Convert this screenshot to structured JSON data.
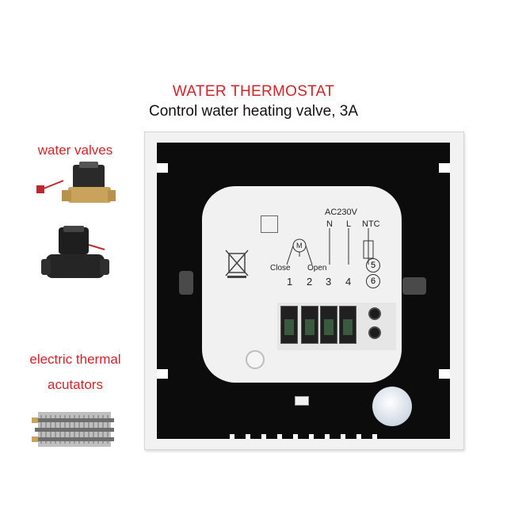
{
  "header": {
    "title": "WATER THERMOSTAT",
    "subtitle": "Control water heating valve, 3A"
  },
  "left_panel": {
    "valves_label": "water valves",
    "actuators_label_line1": "electric thermal",
    "actuators_label_line2": "acutators"
  },
  "device": {
    "power_label": "AC230V",
    "n_label": "N",
    "l_label": "L",
    "ntc_label": "NTC",
    "close_label": "Close",
    "open_label": "Open",
    "m_label": "M",
    "terminals": [
      "1",
      "2",
      "3",
      "4"
    ],
    "sensor_terminals": [
      "5",
      "6"
    ]
  },
  "colors": {
    "accent_red": "#d2232a",
    "device_back": "#0c0c0c",
    "module_white": "#f1f1f1"
  }
}
